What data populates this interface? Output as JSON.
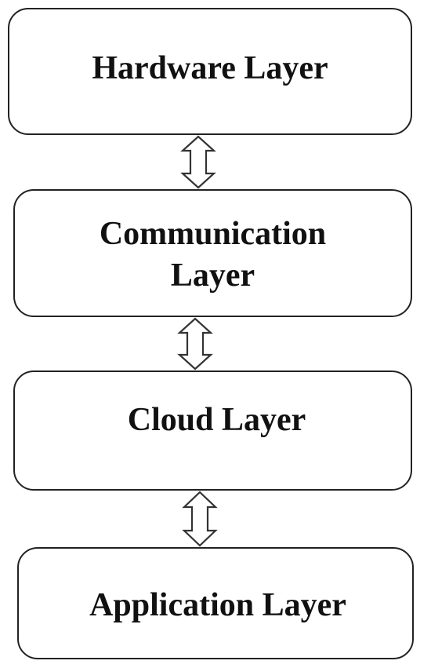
{
  "diagram": {
    "layers": [
      {
        "id": "hardware",
        "label": "Hardware Layer"
      },
      {
        "id": "communication",
        "label": "Communication\nLayer"
      },
      {
        "id": "cloud",
        "label": "Cloud Layer"
      },
      {
        "id": "application",
        "label": "Application Layer"
      }
    ],
    "connectors": [
      {
        "from": "hardware",
        "to": "communication",
        "direction": "bidirectional"
      },
      {
        "from": "communication",
        "to": "cloud",
        "direction": "bidirectional"
      },
      {
        "from": "cloud",
        "to": "application",
        "direction": "bidirectional"
      }
    ],
    "colors": {
      "border": "#222222",
      "text": "#111111",
      "background": "#ffffff"
    }
  }
}
